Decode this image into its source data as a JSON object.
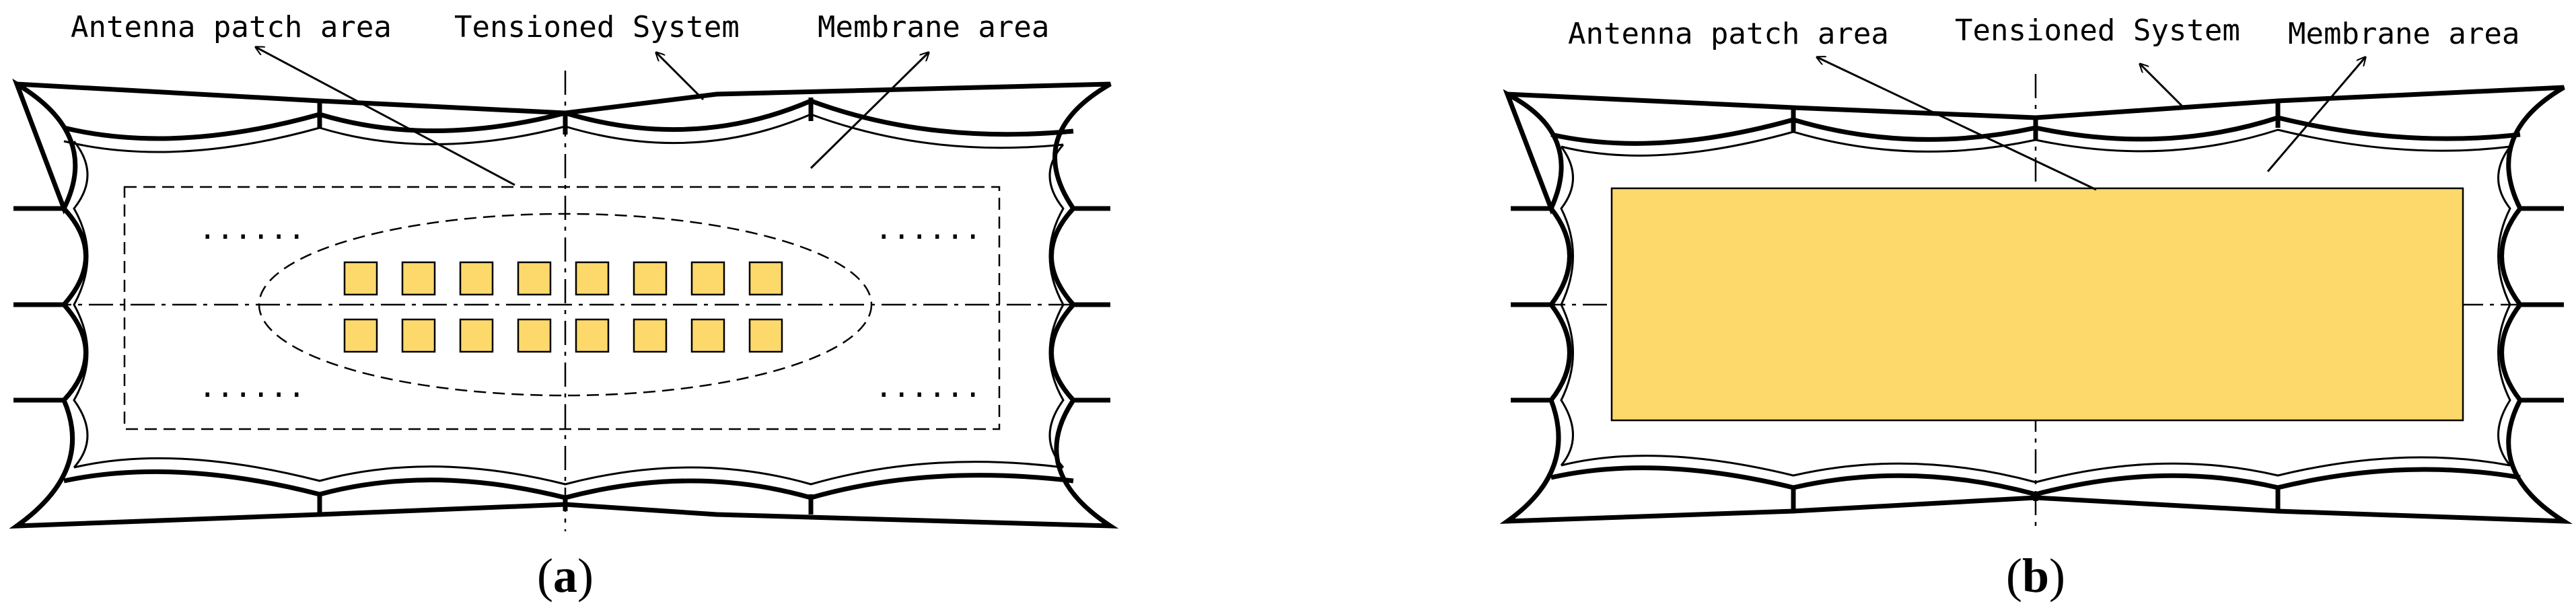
{
  "colors": {
    "patch_fill": "#fcd96a",
    "line": "#000000",
    "background": "#ffffff"
  },
  "panels": [
    {
      "id": "a",
      "labels": {
        "antenna": "Antenna patch area",
        "tensioned": "Tensioned System",
        "membrane": "Membrane area"
      },
      "caption": {
        "open": "(",
        "letter": "a",
        "close": ")"
      },
      "ellipsis": "......",
      "patch_grid": {
        "rows": 2,
        "cols": 8
      }
    },
    {
      "id": "b",
      "labels": {
        "antenna": "Antenna patch area",
        "tensioned": "Tensioned System",
        "membrane": "Membrane area"
      },
      "caption": {
        "open": "(",
        "letter": "b",
        "close": ")"
      }
    }
  ]
}
